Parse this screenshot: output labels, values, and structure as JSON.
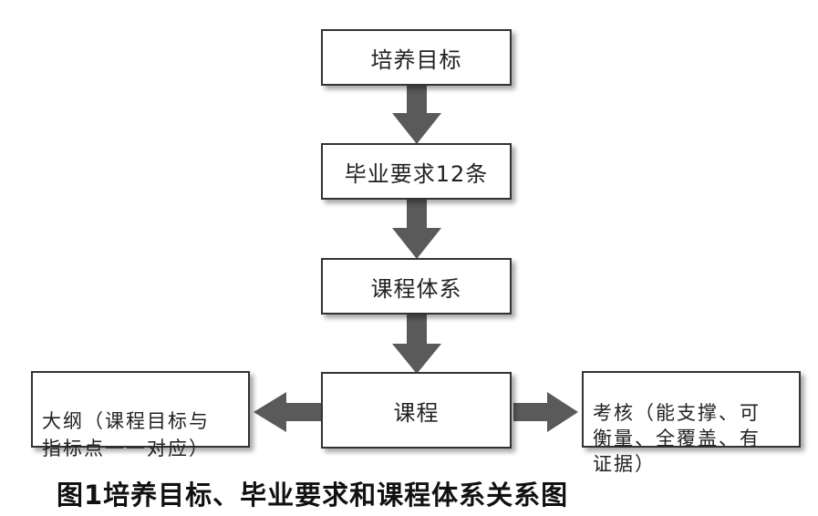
{
  "boxes": {
    "goal": "培养目标",
    "grad_req": "毕业要求12条",
    "curriculum_system": "课程体系",
    "course": "课程",
    "syllabus": "大纲（课程目标与\n指标点一一对应）",
    "assessment": "考核（能支撑、可\n衡量、全覆盖、有\n证据）"
  },
  "caption": "图1培养目标、毕业要求和课程体系关系图",
  "colors": {
    "arrow": "#5a5a5a",
    "border": "#333333"
  }
}
